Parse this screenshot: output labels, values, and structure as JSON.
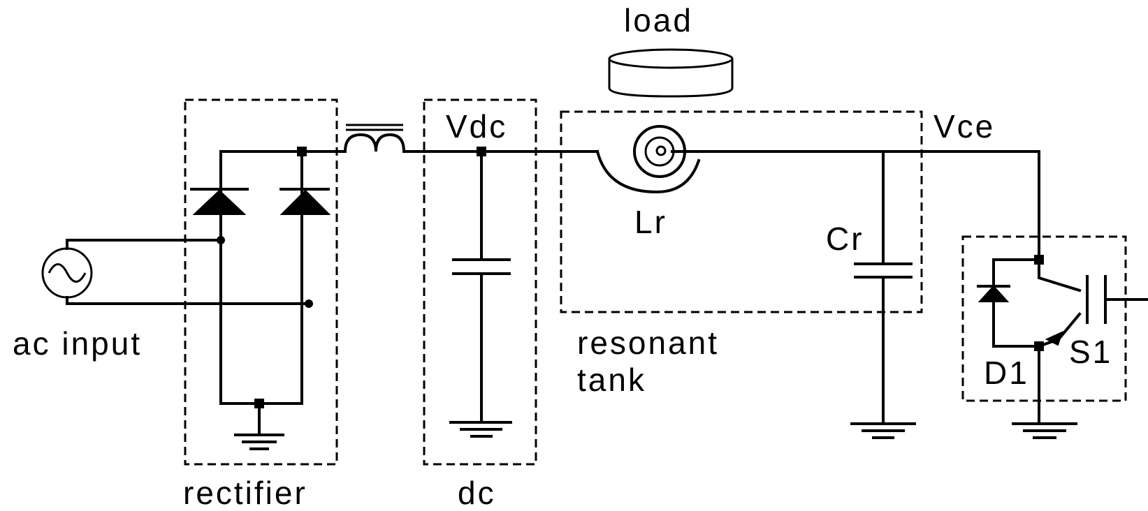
{
  "labels": {
    "load": "load",
    "vdc": "Vdc",
    "vce": "Vce",
    "lr": "Lr",
    "cr": "Cr",
    "ac_input": "ac input",
    "resonant_line1": "resonant",
    "resonant_line2": "tank",
    "d1": "D1",
    "s1": "S1",
    "rectifier": "rectifier",
    "dc": "dc"
  },
  "icons": [
    "ac-source-icon",
    "diode-icon",
    "inductor-icon",
    "capacitor-icon",
    "ground-icon",
    "induction-coil-icon",
    "load-pan-icon",
    "igbt-switch-icon"
  ]
}
